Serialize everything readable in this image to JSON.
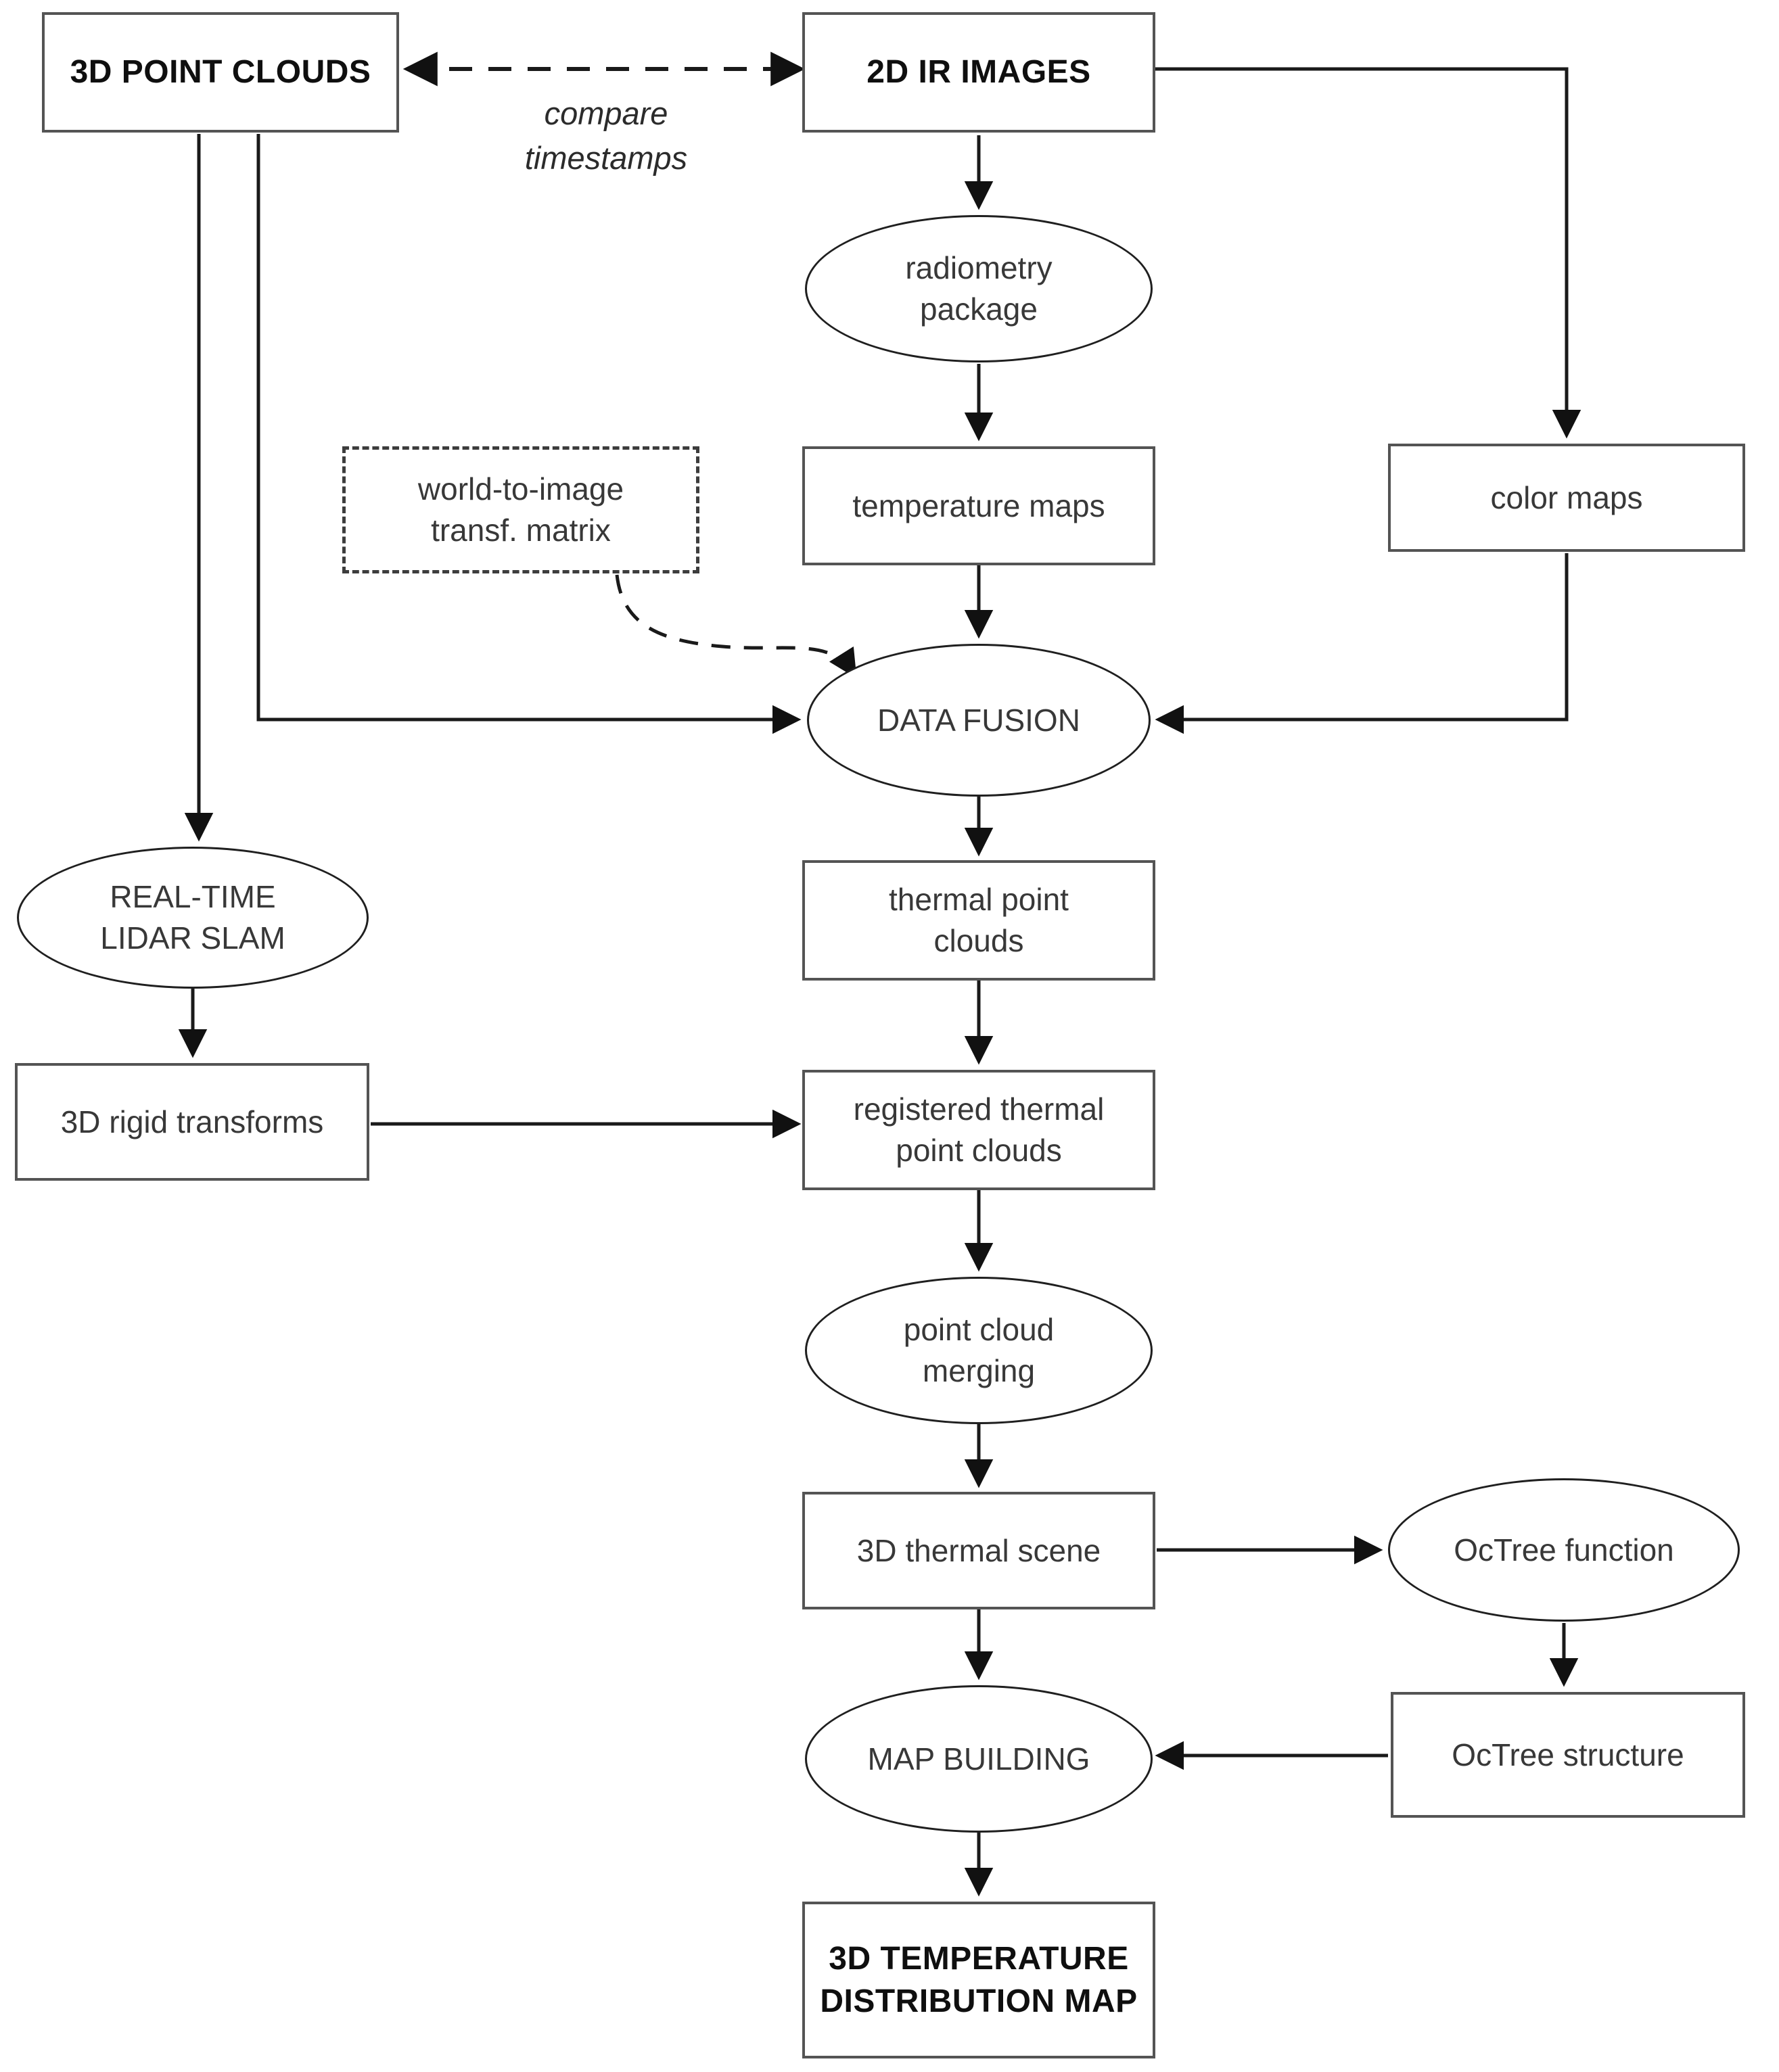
{
  "diagram": {
    "type": "flowchart",
    "background": "#ffffff",
    "colors": {
      "line": "#1a1a1a",
      "rect_border": "#545454",
      "ellipse_border": "#1f1f1f",
      "text": "#383838",
      "bold_text": "#0f0f0f"
    },
    "nodes": {
      "point_clouds_3d": {
        "label": "3D POINT CLOUDS",
        "shape": "rectangle",
        "style": "bold"
      },
      "ir_images_2d": {
        "label": "2D IR IMAGES",
        "shape": "rectangle",
        "style": "bold"
      },
      "radiometry_package": {
        "label": "radiometry\npackage",
        "shape": "ellipse",
        "style": "regular"
      },
      "world_to_image_matrix": {
        "label": "world-to-image\ntransf. matrix",
        "shape": "dashed-rectangle",
        "style": "regular"
      },
      "temperature_maps": {
        "label": "temperature maps",
        "shape": "rectangle",
        "style": "regular"
      },
      "color_maps": {
        "label": "color maps",
        "shape": "rectangle",
        "style": "regular"
      },
      "data_fusion": {
        "label": "DATA FUSION",
        "shape": "ellipse",
        "style": "regular"
      },
      "thermal_point_clouds": {
        "label": "thermal point\nclouds",
        "shape": "rectangle",
        "style": "regular"
      },
      "real_time_lidar_slam": {
        "label": "REAL-TIME\nLIDAR SLAM",
        "shape": "ellipse",
        "style": "regular"
      },
      "rigid_transforms_3d": {
        "label": "3D rigid transforms",
        "shape": "rectangle",
        "style": "regular"
      },
      "registered_thermal_point_clouds": {
        "label": "registered thermal\npoint clouds",
        "shape": "rectangle",
        "style": "regular"
      },
      "point_cloud_merging": {
        "label": "point cloud\nmerging",
        "shape": "ellipse",
        "style": "regular"
      },
      "thermal_scene_3d": {
        "label": "3D thermal scene",
        "shape": "rectangle",
        "style": "regular"
      },
      "octree_function": {
        "label": "OcTree function",
        "shape": "ellipse",
        "style": "regular"
      },
      "map_building": {
        "label": "MAP BUILDING",
        "shape": "ellipse",
        "style": "regular"
      },
      "octree_structure": {
        "label": "OcTree structure",
        "shape": "rectangle",
        "style": "regular"
      },
      "temperature_distribution_map_3d": {
        "label": "3D TEMPERATURE\nDISTRIBUTION MAP",
        "shape": "rectangle",
        "style": "bold"
      }
    },
    "annotations": {
      "compare_timestamps": "compare\ntimestamps"
    },
    "edges": [
      {
        "from": "point_clouds_3d",
        "to": "ir_images_2d",
        "style": "dashed",
        "bidirectional": true,
        "label": "compare timestamps"
      },
      {
        "from": "ir_images_2d",
        "to": "radiometry_package",
        "style": "solid"
      },
      {
        "from": "ir_images_2d",
        "to": "color_maps",
        "style": "solid"
      },
      {
        "from": "radiometry_package",
        "to": "temperature_maps",
        "style": "solid"
      },
      {
        "from": "temperature_maps",
        "to": "data_fusion",
        "style": "solid"
      },
      {
        "from": "color_maps",
        "to": "data_fusion",
        "style": "solid"
      },
      {
        "from": "point_clouds_3d",
        "to": "data_fusion",
        "style": "solid"
      },
      {
        "from": "point_clouds_3d",
        "to": "real_time_lidar_slam",
        "style": "solid"
      },
      {
        "from": "world_to_image_matrix",
        "to": "data_fusion",
        "style": "dashed"
      },
      {
        "from": "real_time_lidar_slam",
        "to": "rigid_transforms_3d",
        "style": "solid"
      },
      {
        "from": "rigid_transforms_3d",
        "to": "registered_thermal_point_clouds",
        "style": "solid"
      },
      {
        "from": "data_fusion",
        "to": "thermal_point_clouds",
        "style": "solid"
      },
      {
        "from": "thermal_point_clouds",
        "to": "registered_thermal_point_clouds",
        "style": "solid"
      },
      {
        "from": "registered_thermal_point_clouds",
        "to": "point_cloud_merging",
        "style": "solid"
      },
      {
        "from": "point_cloud_merging",
        "to": "thermal_scene_3d",
        "style": "solid"
      },
      {
        "from": "thermal_scene_3d",
        "to": "octree_function",
        "style": "solid"
      },
      {
        "from": "octree_function",
        "to": "octree_structure",
        "style": "solid"
      },
      {
        "from": "octree_structure",
        "to": "map_building",
        "style": "solid"
      },
      {
        "from": "thermal_scene_3d",
        "to": "map_building",
        "style": "solid"
      },
      {
        "from": "map_building",
        "to": "temperature_distribution_map_3d",
        "style": "solid"
      }
    ]
  }
}
